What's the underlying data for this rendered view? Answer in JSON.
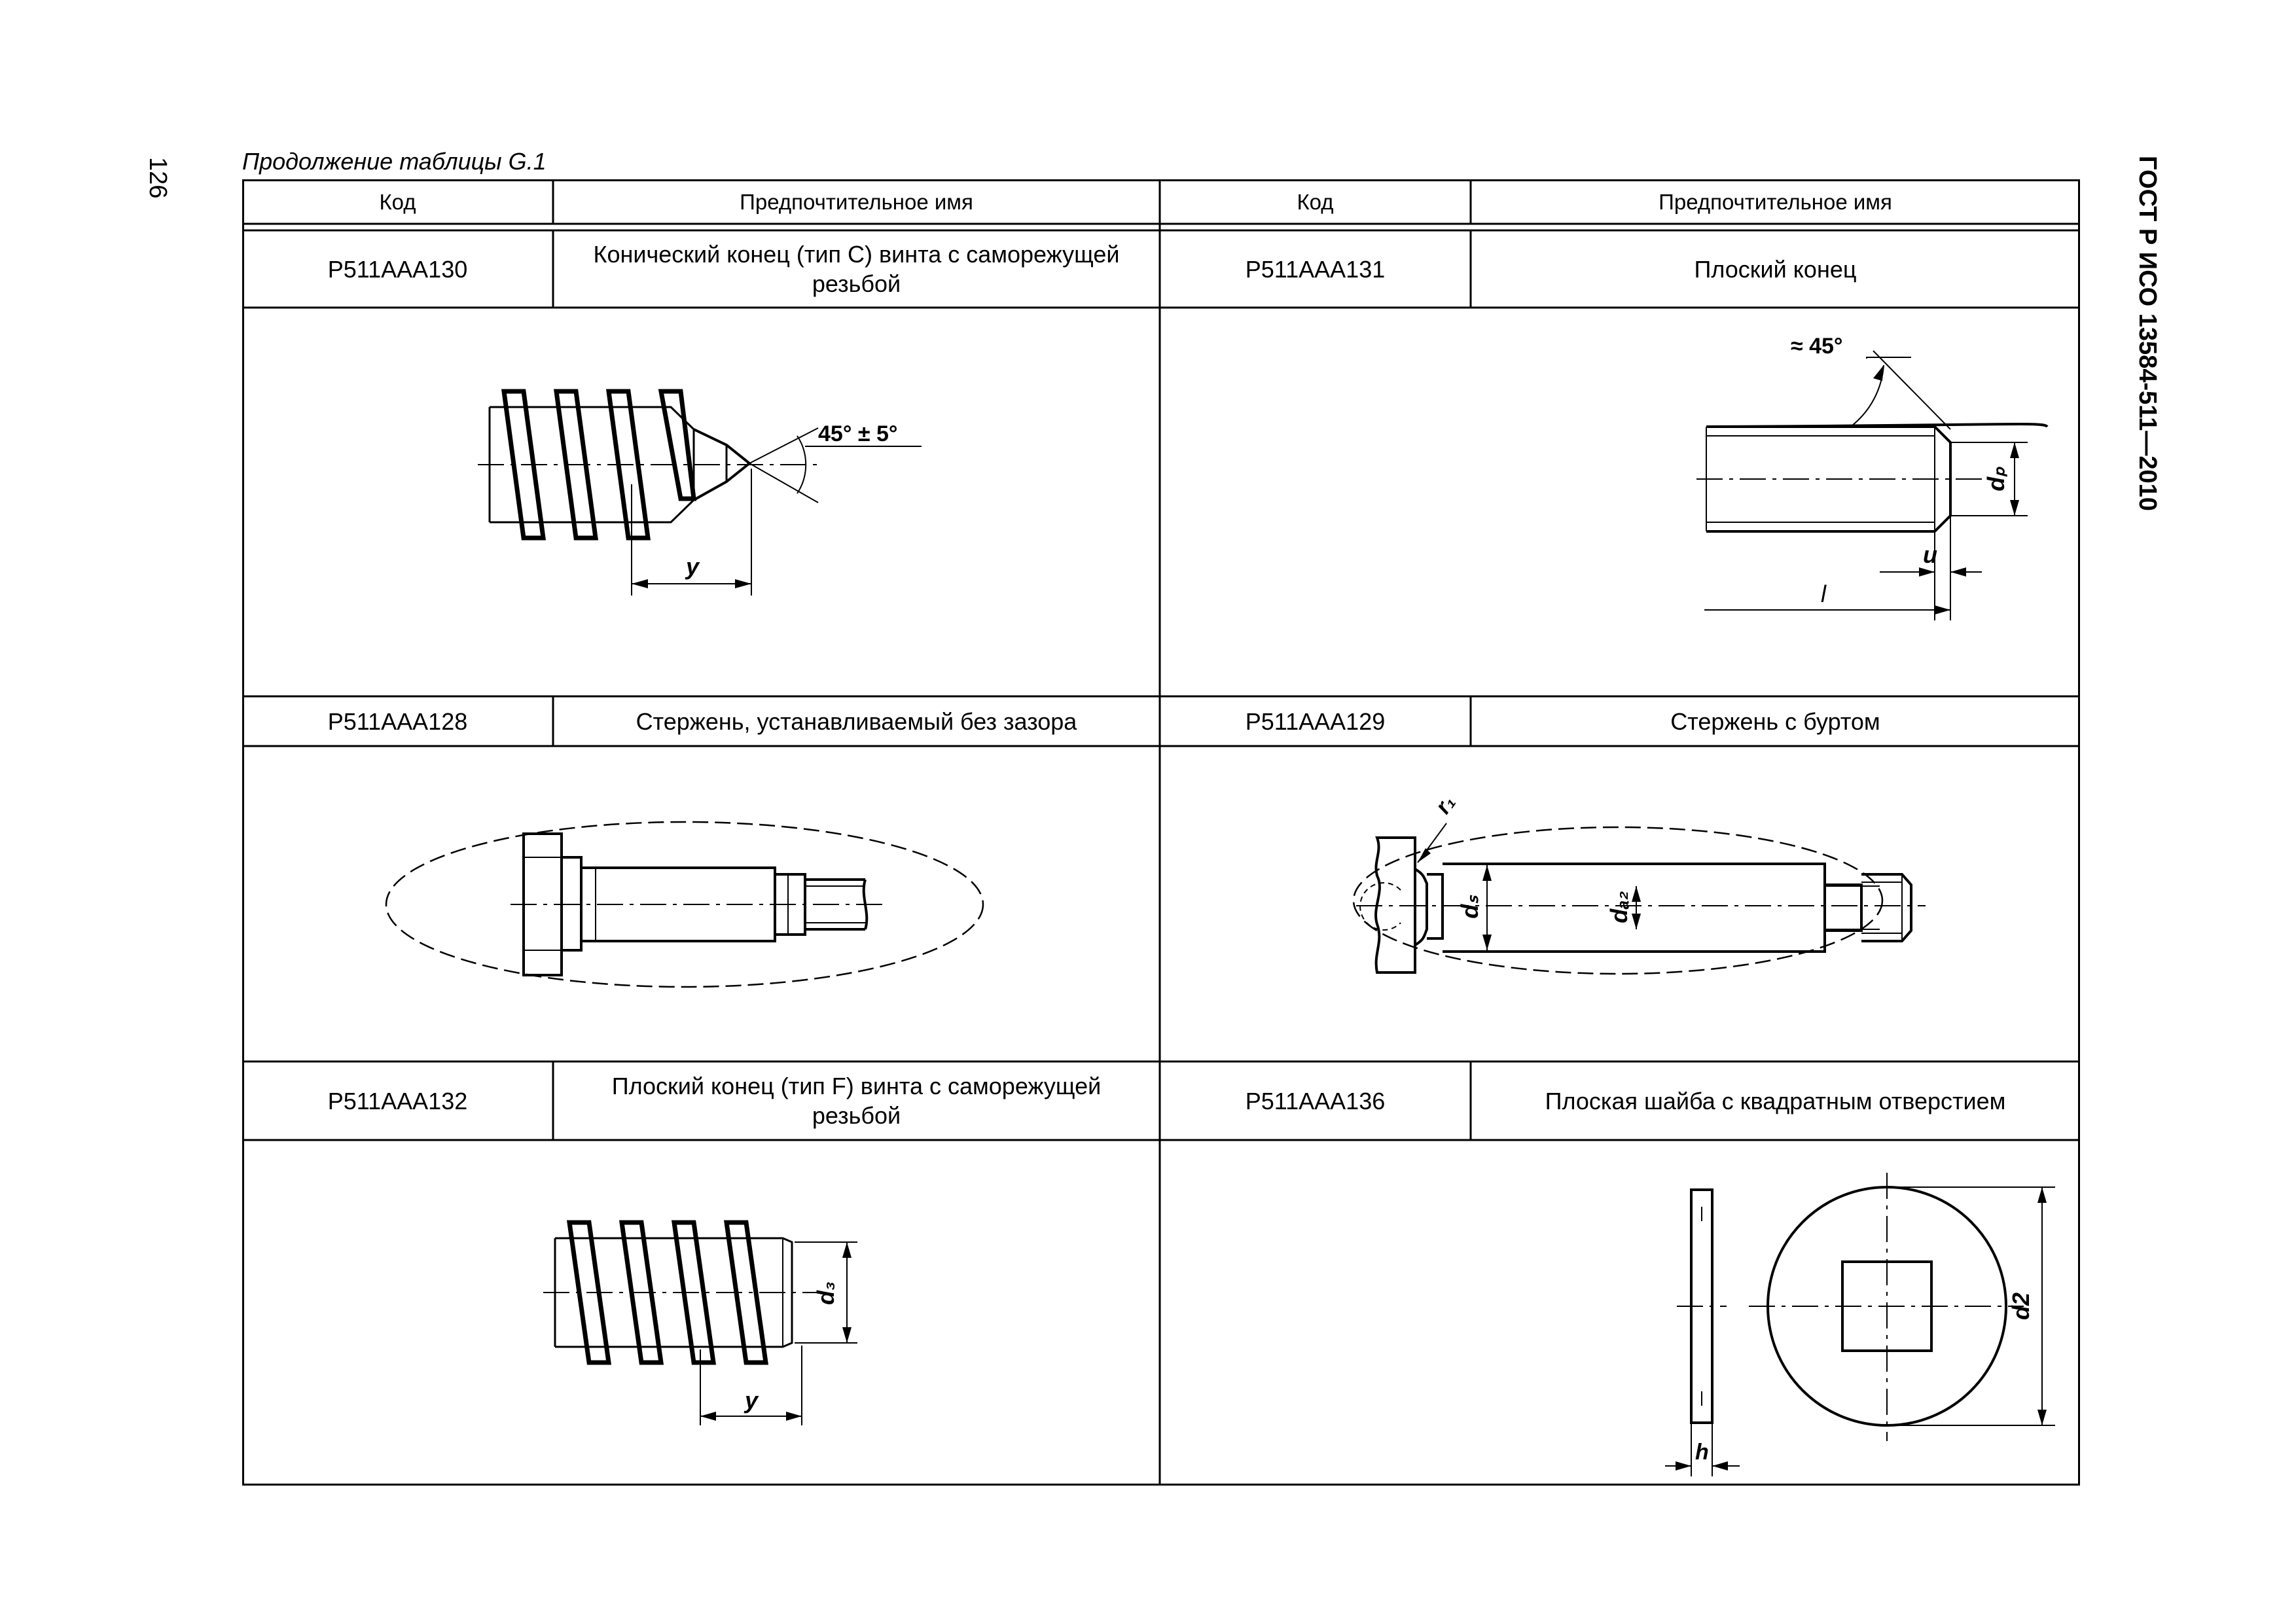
{
  "page_number": "126",
  "side_title": "ГОСТ Р ИСО 13584-511—2010",
  "caption": "Продолжение таблицы G.1",
  "headers": {
    "code1": "Код",
    "name1": "Предпочтительное имя",
    "code2": "Код",
    "name2": "Предпочтительное имя"
  },
  "rows": [
    {
      "left_code": "P511AAA130",
      "left_name": "Конический конец (тип С) винта с саморежущей резьбой",
      "right_code": "P511AAA131",
      "right_name": "Плоский конец"
    },
    {
      "left_code": "P511AAA128",
      "left_name": "Стержень, устанавливаемый без зазора",
      "right_code": "P511AAA129",
      "right_name": "Стержень с буртом"
    },
    {
      "left_code": "P511AAA132",
      "left_name": "Плоский конец (тип F) винта с саморежущей резьбой",
      "right_code": "P511AAA136",
      "right_name": "Плоская шайба с квадратным отверстием"
    }
  ],
  "dims": {
    "angle_cone": "45° ± 5°",
    "y": "y",
    "approx45": "≈ 45°",
    "dp": "dₚ",
    "u": "u",
    "l": "l",
    "r1": "r₁",
    "ds": "dₛ",
    "da2": "dₐ₂",
    "d3": "d₃",
    "d2": "d2",
    "h": "h"
  }
}
